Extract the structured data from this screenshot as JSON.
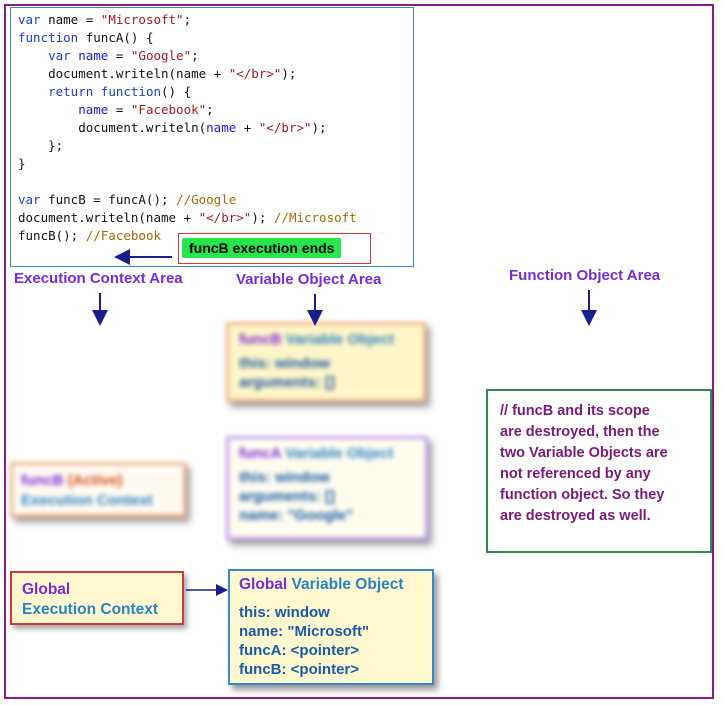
{
  "code": {
    "lines": [
      [
        {
          "t": "var",
          "c": "kw"
        },
        {
          "t": " name = "
        },
        {
          "t": "\"Microsoft\"",
          "c": "str"
        },
        {
          "t": ";"
        }
      ],
      [
        {
          "t": "function",
          "c": "kw"
        },
        {
          "t": " funcA() {"
        }
      ],
      [
        {
          "t": "    "
        },
        {
          "t": "var",
          "c": "kw"
        },
        {
          "t": " "
        },
        {
          "t": "name",
          "c": "var"
        },
        {
          "t": " = "
        },
        {
          "t": "\"Google\"",
          "c": "str"
        },
        {
          "t": ";"
        }
      ],
      [
        {
          "t": "    document.writeln(name + "
        },
        {
          "t": "\"</br>\"",
          "c": "str"
        },
        {
          "t": ");"
        }
      ],
      [
        {
          "t": "    "
        },
        {
          "t": "return",
          "c": "kw"
        },
        {
          "t": " "
        },
        {
          "t": "function",
          "c": "kw"
        },
        {
          "t": "() {"
        }
      ],
      [
        {
          "t": "        "
        },
        {
          "t": "name",
          "c": "var"
        },
        {
          "t": " = "
        },
        {
          "t": "\"Facebook\"",
          "c": "str"
        },
        {
          "t": ";"
        }
      ],
      [
        {
          "t": "        document.writeln("
        },
        {
          "t": "name",
          "c": "var"
        },
        {
          "t": " + "
        },
        {
          "t": "\"</br>\"",
          "c": "str"
        },
        {
          "t": ");"
        }
      ],
      [
        {
          "t": "    };"
        }
      ],
      [
        {
          "t": "}"
        }
      ],
      [
        {
          "t": ""
        }
      ],
      [
        {
          "t": "var",
          "c": "kw"
        },
        {
          "t": " funcB = funcA(); "
        },
        {
          "t": "//Google",
          "c": "cm"
        }
      ],
      [
        {
          "t": "document.writeln(name + "
        },
        {
          "t": "\"</br>\"",
          "c": "str"
        },
        {
          "t": "); "
        },
        {
          "t": "//Microsoft",
          "c": "cm"
        }
      ],
      [
        {
          "t": "funcB(); "
        },
        {
          "t": "//Facebook",
          "c": "cm"
        }
      ]
    ]
  },
  "step_label": "funcB execution ends",
  "areas": {
    "execution": "Execution Context Area",
    "variable": "Variable Object Area",
    "function": "Function Object Area"
  },
  "funcB_vo": {
    "title_name": "funcB",
    "title_rest": " Variable Object",
    "lines": [
      "this: window",
      "arguments: []"
    ]
  },
  "funcA_vo": {
    "title_name": "funcA",
    "title_rest": " Variable Object",
    "lines": [
      "this: window",
      "arguments: []",
      "name: \"Google\""
    ]
  },
  "funcB_ec": {
    "name": "funcB",
    "active": " (Active)",
    "line2": "Execution Context"
  },
  "global_ec": {
    "line1": "Global",
    "line2": "Execution Context"
  },
  "global_vo": {
    "title_name": "Global",
    "title_rest": " Variable Object",
    "lines": [
      "this: window",
      "name: \"Microsoft\"",
      "funcA: <pointer>",
      "funcB: <pointer>"
    ]
  },
  "note": {
    "lines": [
      "// funcB and its scope",
      "are destroyed, then the",
      "two Variable Objects are",
      "not referenced by any",
      "function object. So they",
      "are destroyed as well."
    ]
  },
  "colors": {
    "frame": "#8b1a8b",
    "code_border": "#3a88c8",
    "step_bg": "#27e64c",
    "area_title": "#7a2bd6",
    "arrow": "#1a1f8c",
    "note_border": "#2f8a4e",
    "note_text": "#7a1a7a"
  }
}
